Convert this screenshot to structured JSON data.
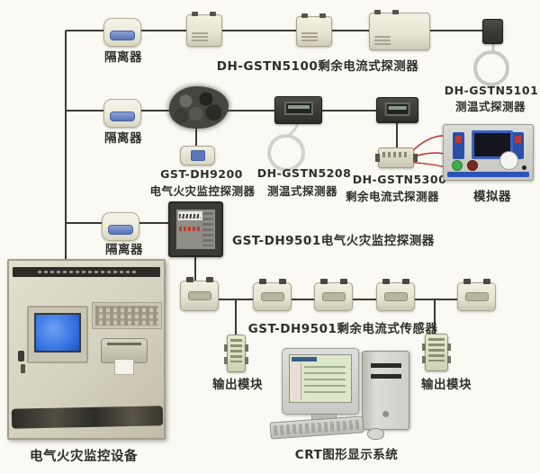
{
  "labels": {
    "isolator": "隔离器",
    "row1_detectors": "DH-GSTN5100剩余电流式探测器",
    "temp5101_model": "DH-GSTN5101",
    "temp5101_type": "测温式探测器",
    "dh9200_model": "GST-DH9200",
    "dh9200_type": "电气火灾监控探测器",
    "dh5208_model": "DH-GSTN5208",
    "dh5208_type": "测温式探测器",
    "dh5300_model": "DH-GSTN5300",
    "dh5300_type": "剩余电流式探测器",
    "simulator": "模拟器",
    "dh9501_detector": "GST-DH9501电气火灾监控探测器",
    "dh9501_sensors": "GST-DH9501剩余电流式传感器",
    "output_module": "输出模块",
    "cabinet": "电气火灾监控设备",
    "crt_system": "CRT图形显示系统"
  },
  "colors": {
    "background": "#faf9f3",
    "bus_line": "#3a3a38",
    "device_beige": "#ece9d8",
    "device_dark": "#3c3c3a",
    "isolator_stripe_blue": "#5a76b8",
    "cabinet_screen_blue": "#2e6de0",
    "simulator_blue": "#2a55b8",
    "wire_red": "#c4392e",
    "wire_loop_gray": "#cfcfc9",
    "label_text": "#2e2e2c"
  }
}
